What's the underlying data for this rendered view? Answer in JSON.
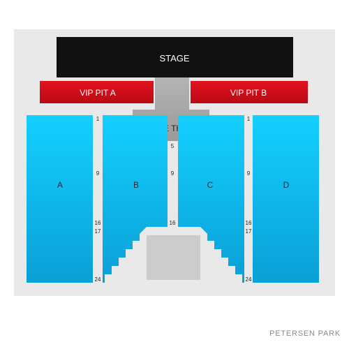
{
  "venue_name": "PETERSEN PARK",
  "stage": {
    "label": "STAGE",
    "color": "#111111"
  },
  "vip_pits": [
    {
      "label": "VIP PIT A",
      "color": "#d10f1b"
    },
    {
      "label": "VIP PIT B",
      "color": "#d10f1b"
    }
  ],
  "stage_thrust": {
    "label": "STAGE THRUST",
    "color": "#a8a8a8"
  },
  "sections": [
    {
      "label": "A",
      "color": "#16c0f2"
    },
    {
      "label": "B",
      "color": "#16c0f2"
    },
    {
      "label": "C",
      "color": "#16c0f2"
    },
    {
      "label": "D",
      "color": "#16c0f2"
    }
  ],
  "row_labels": {
    "aisle_ab": [
      "1",
      "9",
      "16",
      "17",
      "24"
    ],
    "aisle_bc": [
      "5",
      "9",
      "16"
    ],
    "aisle_cd": [
      "1",
      "9",
      "16",
      "17",
      "24"
    ]
  },
  "floor_box_color": "#cccccc",
  "background_panel_color": "#e9e9e9"
}
